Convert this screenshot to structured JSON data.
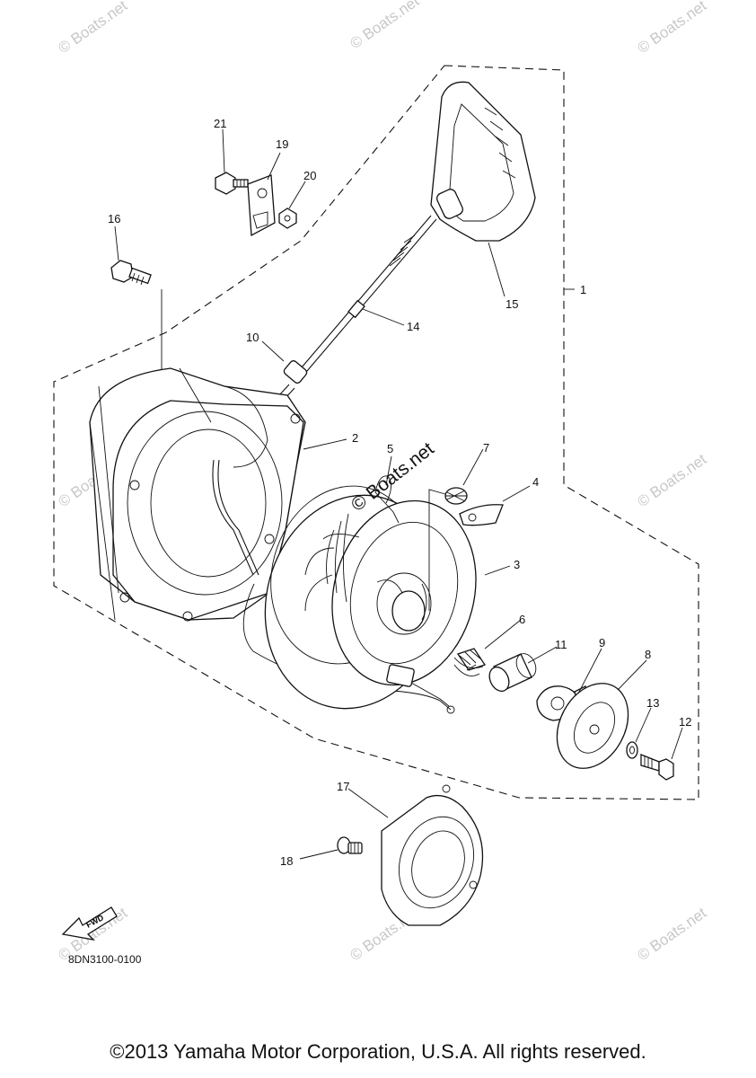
{
  "diagram": {
    "callouts": {
      "c1": "1",
      "c2": "2",
      "c3": "3",
      "c4": "4",
      "c5": "5",
      "c6": "6",
      "c7": "7",
      "c8": "8",
      "c9": "9",
      "c10": "10",
      "c11": "11",
      "c12": "12",
      "c13": "13",
      "c14": "14",
      "c15": "15",
      "c16": "16",
      "c17": "17",
      "c18": "18",
      "c19": "19",
      "c20": "20",
      "c21": "21"
    },
    "fwd_label": "FWD",
    "diagram_code": "8DN3100-0100",
    "watermark_center": "© Boats.net",
    "watermark": "© Boats.net"
  },
  "footer": {
    "copyright": "©2013 Yamaha Motor Corporation, U.S.A. All rights reserved."
  }
}
